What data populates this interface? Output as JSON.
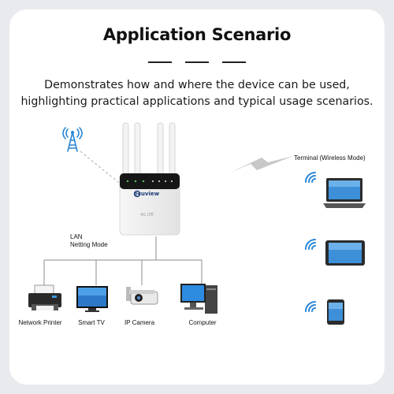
{
  "header": {
    "title": "Application Scenario",
    "description_line1": "Demonstrates how and where the device can be used,",
    "description_line2": "highlighting practical applications and typical usage scenarios."
  },
  "router": {
    "brand": "ecuview",
    "badge": "4G LTE"
  },
  "labels": {
    "lan_line1": "LAN",
    "lan_line2": "Netting Mode",
    "terminal": "Terminal (Wireless Mode)"
  },
  "lan_devices": [
    {
      "name": "Network Printer",
      "icon": "printer-icon"
    },
    {
      "name": "Smart TV",
      "icon": "tv-icon"
    },
    {
      "name": "IP Camera",
      "icon": "camera-icon"
    },
    {
      "name": "Computer",
      "icon": "computer-icon"
    }
  ],
  "wireless_devices": [
    {
      "icon": "laptop-icon"
    },
    {
      "icon": "tablet-icon"
    },
    {
      "icon": "phone-icon"
    }
  ],
  "colors": {
    "accent_blue": "#2a86d6",
    "line_gray": "#9a9a9a",
    "text": "#111111",
    "background": "#e9eaee"
  }
}
